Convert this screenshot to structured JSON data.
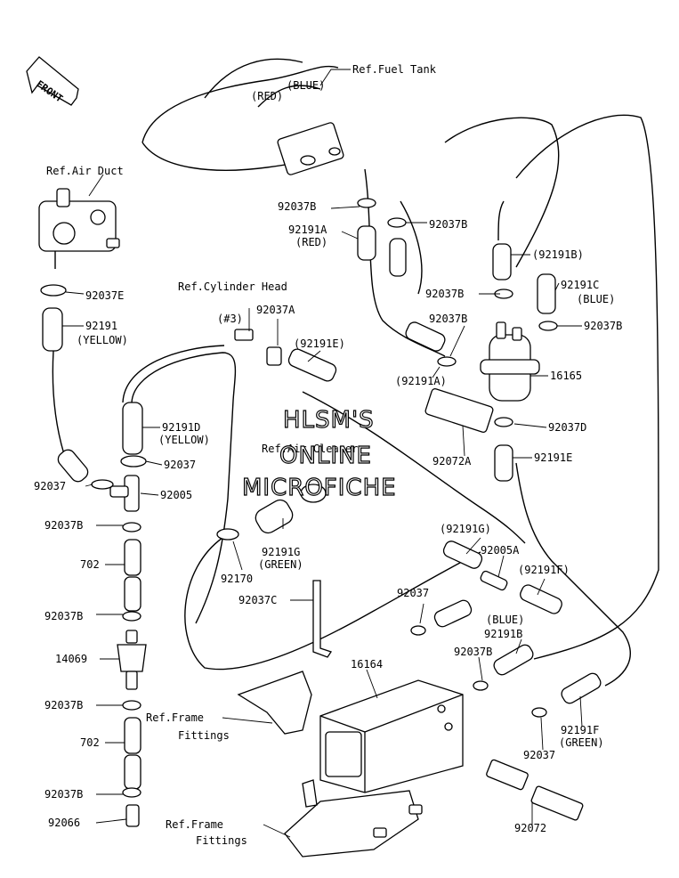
{
  "arrow_label": "FRONT",
  "labels": {
    "ref_fuel_tank": "Ref.Fuel Tank",
    "red_top": "(RED)",
    "blue_top": "(BLUE)",
    "ref_air_duct": "Ref.Air Duct",
    "p92037E": "92037E",
    "p92191": "92191",
    "yellow1": "(YELLOW)",
    "ref_cyl_head": "Ref.Cylinder Head",
    "n3": "(#3)",
    "p92037A": "92037A",
    "p92191E_paren": "(92191E)",
    "p92037B_a": "92037B",
    "p92191A": "92191A",
    "red2": "(RED)",
    "p92037B_b": "92037B",
    "p92191B_paren": "(92191B)",
    "p92191C": "92191C",
    "blue2": "(BLUE)",
    "p92037B_c": "92037B",
    "p92037B_d": "92037B",
    "p92037B_e": "92037B",
    "p92191A_paren": "(92191A)",
    "p16165": "16165",
    "p92037D": "92037D",
    "p92072A": "92072A",
    "p92191E": "92191E",
    "p92191D": "92191D",
    "yellow3": "(YELLOW)",
    "p92037_a": "92037",
    "p92037_b": "92037",
    "p92005": "92005",
    "ref_air_cleaner": "Ref.Air Cleaner",
    "p92037B_f": "92037B",
    "p702_a": "702",
    "p92191G": "92191G",
    "green1": "(GREEN)",
    "p92170": "92170",
    "p92191G_paren": "(92191G)",
    "p92005A": "92005A",
    "p92191F_paren": "(92191F)",
    "p92037C": "92037C",
    "p92037_c": "92037",
    "p92037B_g": "92037B",
    "blue3": "(BLUE)",
    "p92191B": "92191B",
    "p14069": "14069",
    "p16164": "16164",
    "p92037B_h": "92037B",
    "p92037B_i": "92037B",
    "ref_frame_fittings1": "Ref.Frame",
    "fittings1": "Fittings",
    "p702_b": "702",
    "p92191F": "92191F",
    "green2": "(GREEN)",
    "p92037_d": "92037",
    "p92037B_j": "92037B",
    "p92066": "92066",
    "ref_frame_fittings2": "Ref.Frame",
    "fittings2": "Fittings",
    "p92072": "92072"
  },
  "watermark": {
    "line1": "HLSM'S",
    "line2": "ONLINE",
    "line3": "MICROFICHE"
  }
}
